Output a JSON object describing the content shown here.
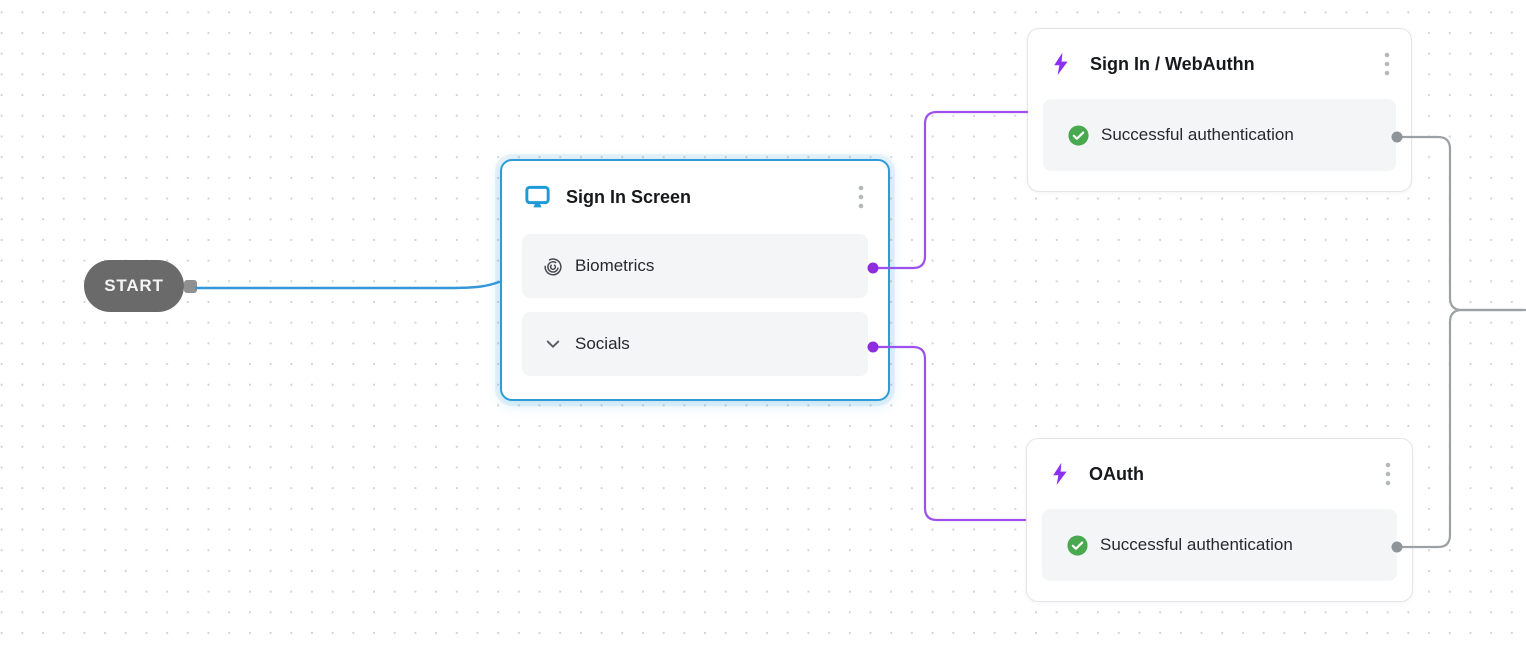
{
  "flow": {
    "start": {
      "label": "START"
    },
    "nodes": [
      {
        "id": "sign-in-screen",
        "type": "screen",
        "title": "Sign In Screen",
        "icon": "monitor-icon",
        "menu_icon": "kebab-menu-icon",
        "selected": true,
        "rows": [
          {
            "icon": "fingerprint-icon",
            "label": "Biometrics"
          },
          {
            "icon": "chevron-down-icon",
            "label": "Socials"
          }
        ]
      },
      {
        "id": "sign-in-webauthn",
        "type": "action",
        "title": "Sign In / WebAuthn",
        "icon": "lightning-icon",
        "menu_icon": "kebab-menu-icon",
        "selected": false,
        "rows": [
          {
            "icon": "check-circle-icon",
            "label": "Successful authentication"
          }
        ]
      },
      {
        "id": "oauth",
        "type": "action",
        "title": "OAuth",
        "icon": "lightning-icon",
        "menu_icon": "kebab-menu-icon",
        "selected": false,
        "rows": [
          {
            "icon": "check-circle-icon",
            "label": "Successful authentication"
          }
        ]
      }
    ],
    "edges": [
      {
        "from": "start",
        "to": "sign-in-screen",
        "color": "#3498d8"
      },
      {
        "from": "sign-in-screen.biometrics",
        "to": "sign-in-webauthn",
        "color": "#9c50ec"
      },
      {
        "from": "sign-in-screen.socials",
        "to": "oauth",
        "color": "#9c50ec"
      },
      {
        "from": "sign-in-webauthn.successful-authentication",
        "to": "offscreen-right",
        "color": "#9ca1a6"
      },
      {
        "from": "oauth.successful-authentication",
        "to": "offscreen-right",
        "color": "#9ca1a6"
      }
    ],
    "colors": {
      "edge_blue": "#3498d8",
      "edge_purple": "#9c50ec",
      "edge_purple_dot": "#8e2de0",
      "edge_gray": "#9ca1a6",
      "edge_gray_dot": "#8f9499",
      "selected_border": "#2d9bd8",
      "screen_icon_blue": "#1e9ad6",
      "lightning_purple": "#8b2ff2",
      "success_green": "#49a94e",
      "start_bg": "#6a6a6a",
      "row_bg": "#f4f5f7"
    }
  }
}
